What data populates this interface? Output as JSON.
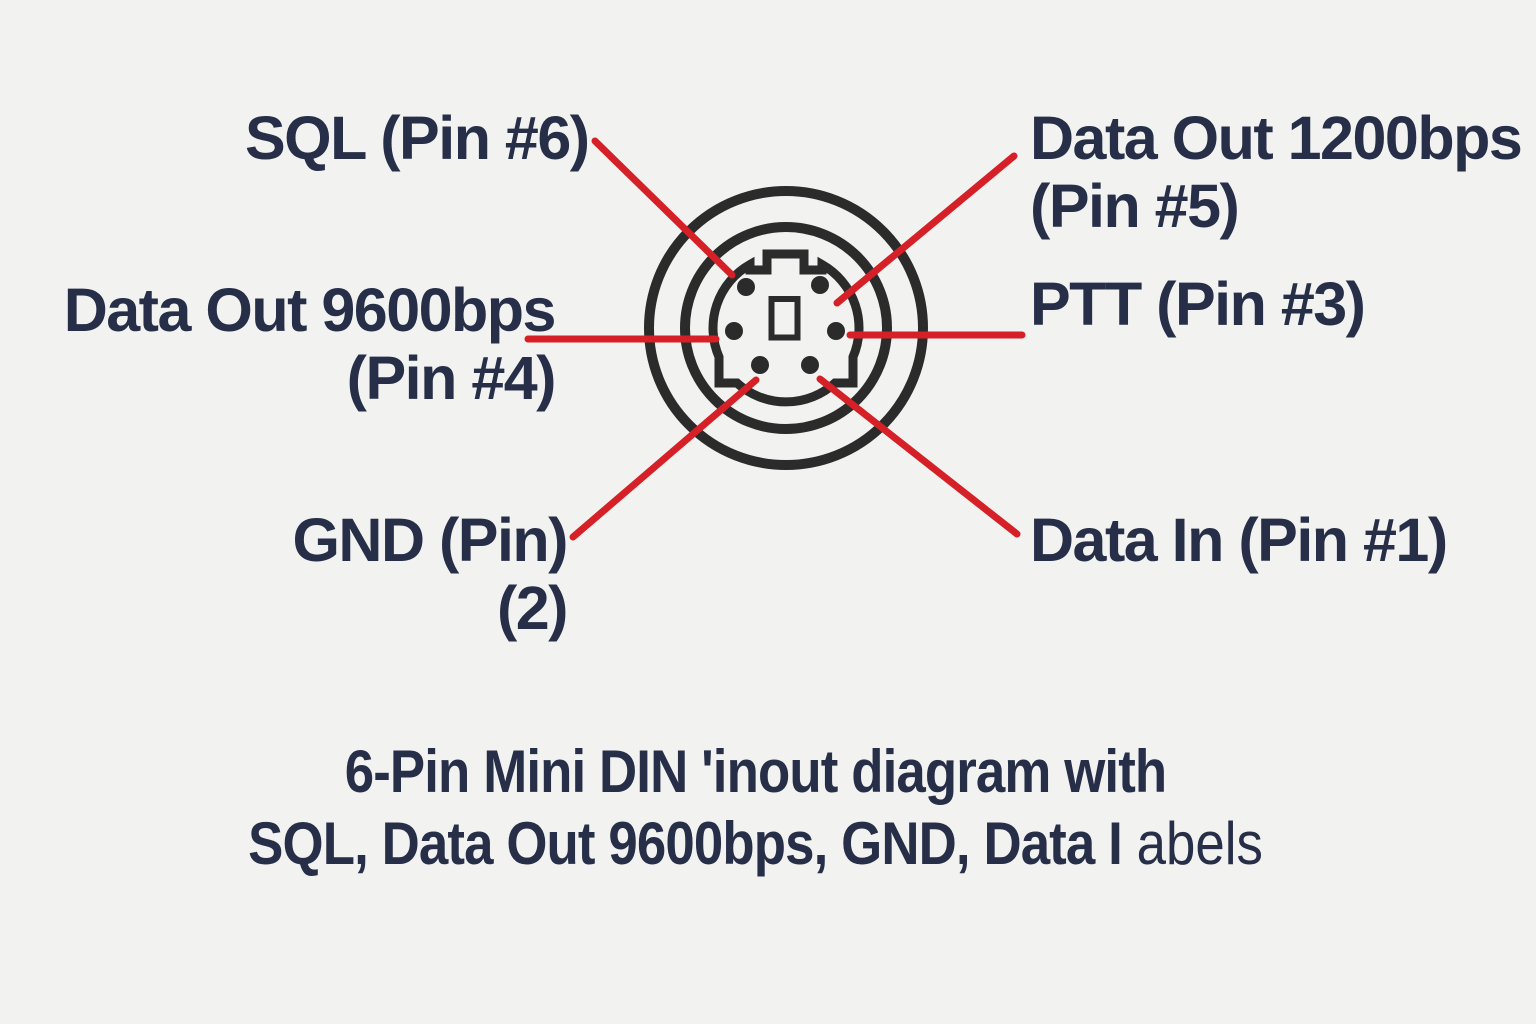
{
  "colors": {
    "background": "#f2f2f0",
    "text": "#262e48",
    "leader_line": "#d62027",
    "connector_outline": "#2b2b2b"
  },
  "pin_labels": {
    "sql": "SQL (Pin #6)",
    "data_out_1200_line1": "Data Out 1200bps",
    "data_out_1200_line2": "(Pin #5)",
    "data_out_9600_line1": "Data Out 9600bps",
    "data_out_9600_line2": "(Pin #4)",
    "ptt": "PTT (Pin #3)",
    "gnd_line1": "GND (Pin)",
    "gnd_line2": "(2)",
    "data_in": "Data In (Pin #1)"
  },
  "caption": {
    "line1": "6-Pin Mini DIN 'inout diagram with",
    "line2_bold": "SQL, Data Out 9600bps, GND, Data I",
    "line2_light": " abels"
  },
  "connector": {
    "type": "6-pin Mini DIN connector face, front view",
    "pins": [
      {
        "pin": "1",
        "signal": "Data In",
        "position": "bottom-right"
      },
      {
        "pin": "2",
        "signal": "GND",
        "position": "bottom-left"
      },
      {
        "pin": "3",
        "signal": "PTT",
        "position": "middle-right"
      },
      {
        "pin": "4",
        "signal": "Data Out 9600bps",
        "position": "middle-left"
      },
      {
        "pin": "5",
        "signal": "Data Out 1200bps",
        "position": "top-right"
      },
      {
        "pin": "6",
        "signal": "SQL",
        "position": "top-left"
      }
    ]
  }
}
